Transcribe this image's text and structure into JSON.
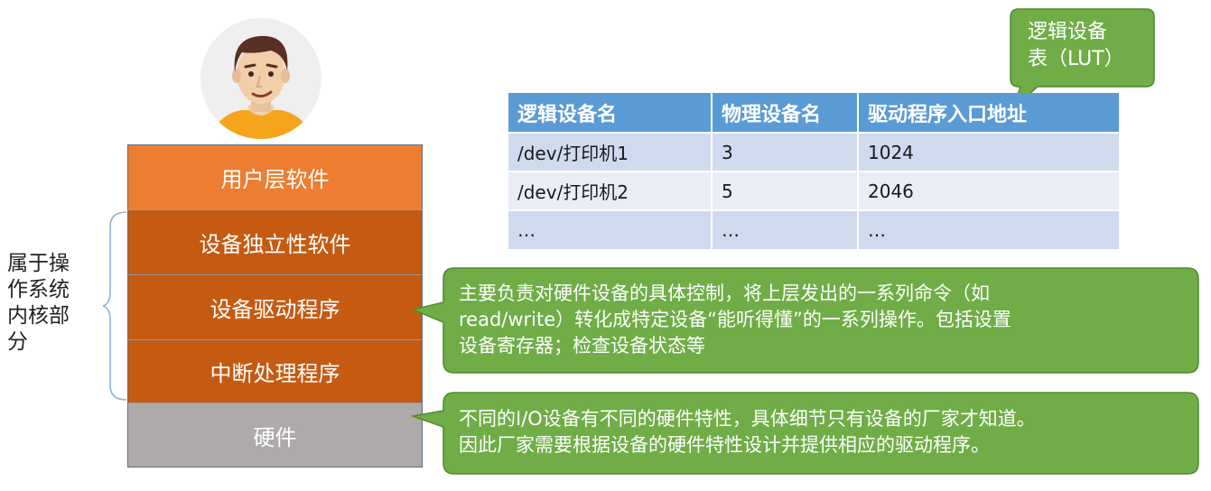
{
  "layers": {
    "user": "用户层软件",
    "independent": "设备独立性软件",
    "driver": "设备驱动程序",
    "interrupt": "中断处理程序",
    "hardware": "硬件"
  },
  "kernel_label": [
    "属于操",
    "作系统",
    "内核部",
    "分"
  ],
  "lut_callout": [
    "逻辑设备",
    "表（LUT）"
  ],
  "lut_table": {
    "headers": [
      "逻辑设备名",
      "物理设备名",
      "驱动程序入口地址"
    ],
    "rows": [
      [
        "/dev/打印机1",
        "3",
        "1024"
      ],
      [
        "/dev/打印机2",
        "5",
        "2046"
      ],
      [
        "…",
        "…",
        "…"
      ]
    ]
  },
  "driver_callout": [
    "主要负责对硬件设备的具体控制，将上层发出的一系列命令（如",
    "read/write）转化成特定设备“能听得懂”的一系列操作。包括设置",
    "设备寄存器；检查设备状态等"
  ],
  "hardware_callout": [
    "不同的I/O设备有不同的硬件特性，具体细节只有设备的厂家才知道。",
    "因此厂家需要根据设备的硬件特性设计并提供相应的驱动程序。"
  ],
  "colors": {
    "user_layer": "#ed7d31",
    "kernel_layer": "#c55a11",
    "hardware_layer": "#aeaaaa",
    "callout": "#70ad47",
    "table_header": "#5b9bd5"
  }
}
